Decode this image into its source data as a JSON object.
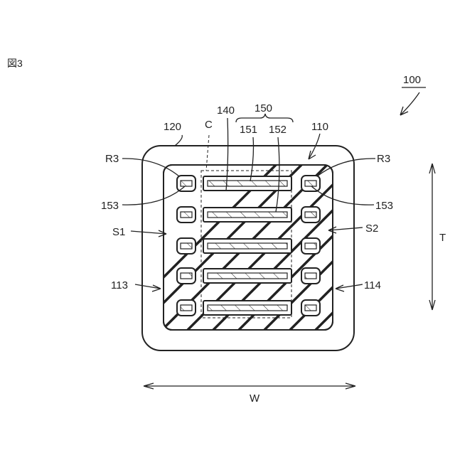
{
  "figure_number": "図3",
  "labels": {
    "device": "100",
    "cover": "120",
    "body": "110",
    "center": "C",
    "line_140": "140",
    "group_150": "150",
    "part_151": "151",
    "part_152": "152",
    "r3_left": "R3",
    "r3_right": "R3",
    "p153_left": "153",
    "p153_right": "153",
    "s1": "S1",
    "s2": "S2",
    "side_113": "113",
    "side_114": "114",
    "thickness": "T",
    "width": "W"
  }
}
